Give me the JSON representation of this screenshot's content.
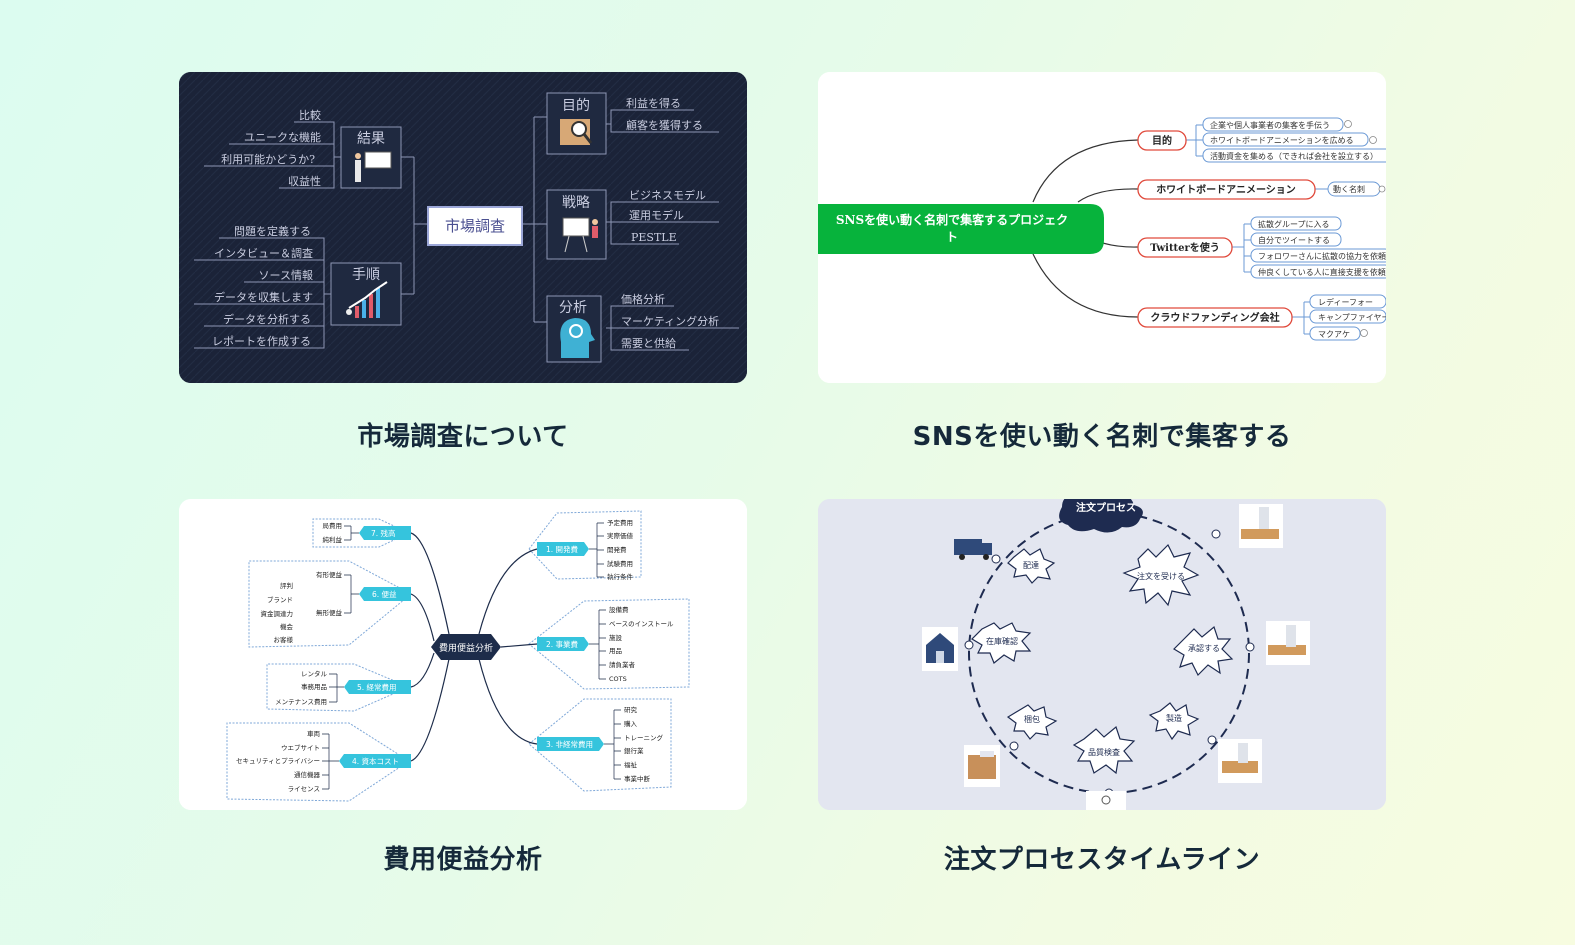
{
  "templates": [
    {
      "caption": "市場調査について",
      "center": "市場調査",
      "b_goal": "目的",
      "b_goal_items": [
        "利益を得る",
        "顧客を獲得する"
      ],
      "b_strategy": "戦略",
      "b_strategy_items": [
        "ビジネスモデル",
        "運用モデル",
        "PESTLE"
      ],
      "b_analysis": "分析",
      "b_analysis_items": [
        "価格分析",
        "マーケティング分析",
        "需要と供給"
      ],
      "b_result": "結果",
      "b_result_items": [
        "比較",
        "ユニークな機能",
        "利用可能かどうか?",
        "収益性"
      ],
      "b_steps": "手順",
      "b_steps_items": [
        "問題を定義する",
        "インタビュー＆調査",
        "ソース情報",
        "データを収集します",
        "データを分析する",
        "レポートを作成する"
      ]
    },
    {
      "caption": "SNSを使い動く名刺で集客する",
      "center_line1": "SNSを使い動く名刺で集客するプロジェク",
      "center_line2": "ト",
      "n1": "目的",
      "n1_items": [
        "企業や個人事業者の集客を手伝う",
        "ホワイトボードアニメーションを広める",
        "活動資金を集める（できれば会社を設立する）"
      ],
      "n2": "ホワイトボードアニメーション",
      "n2_items": [
        "動く名刺"
      ],
      "n3": "Twitterを使う",
      "n3_items": [
        "拡散グループに入る",
        "自分でツイートする",
        "フォロワーさんに拡散の協力を依頼",
        "仲良くしている人に直接支援を依頼"
      ],
      "n4": "クラウドファンディング会社",
      "n4_items": [
        "レディーフォー",
        "キャンプファイヤー",
        "マクアケ"
      ]
    },
    {
      "caption": "費用便益分析",
      "center": "費用便益分析",
      "r1": "1. 開発費",
      "r1_items": [
        "予定費用",
        "実際価値",
        "開発費",
        "試験費用",
        "執行条件"
      ],
      "r2": "2. 事業費",
      "r2_items": [
        "設備費",
        "ベースのインストール",
        "施設",
        "用品",
        "請負業者",
        "COTS"
      ],
      "r3": "3. 非経常費用",
      "r3_items": [
        "研究",
        "購入",
        "トレーニング",
        "銀行業",
        "福祉",
        "事業中断"
      ],
      "l7": "7. 残高",
      "l7_items": [
        "局費用",
        "純利益"
      ],
      "l6": "6. 便益",
      "l6_sub": [
        "有形便益",
        "無形便益"
      ],
      "l6_items": [
        "評判",
        "ブランド",
        "資金調達力",
        "機会",
        "お客様"
      ],
      "l5": "5. 経常費用",
      "l5_items": [
        "レンタル",
        "事務用品",
        "メンテナンス費用"
      ],
      "l4": "4. 資本コスト",
      "l4_items": [
        "車両",
        "ウエブサイト",
        "セキュリティとプライバシー",
        "通信機器",
        "ライセンス"
      ]
    },
    {
      "caption": "注文プロセスタイムライン",
      "title": "注文プロセス",
      "steps": [
        "注文を受ける",
        "承認する",
        "製造",
        "品質検査",
        "梱包",
        "在庫確認",
        "配達"
      ]
    }
  ],
  "colors": {
    "mm1_bg": "#1b2338",
    "mm1_line": "#8d96b4",
    "mm1_text": "#c9cde0",
    "mm2_green": "#07b33c",
    "mm2_red": "#e04a3c",
    "mm2_blue": "#6b9ad6",
    "mm3_node": "#35c4dd",
    "mm3_center": "#1d2c4a",
    "mm4_bg": "#e3e6f0",
    "mm4_line": "#1e2b50"
  }
}
